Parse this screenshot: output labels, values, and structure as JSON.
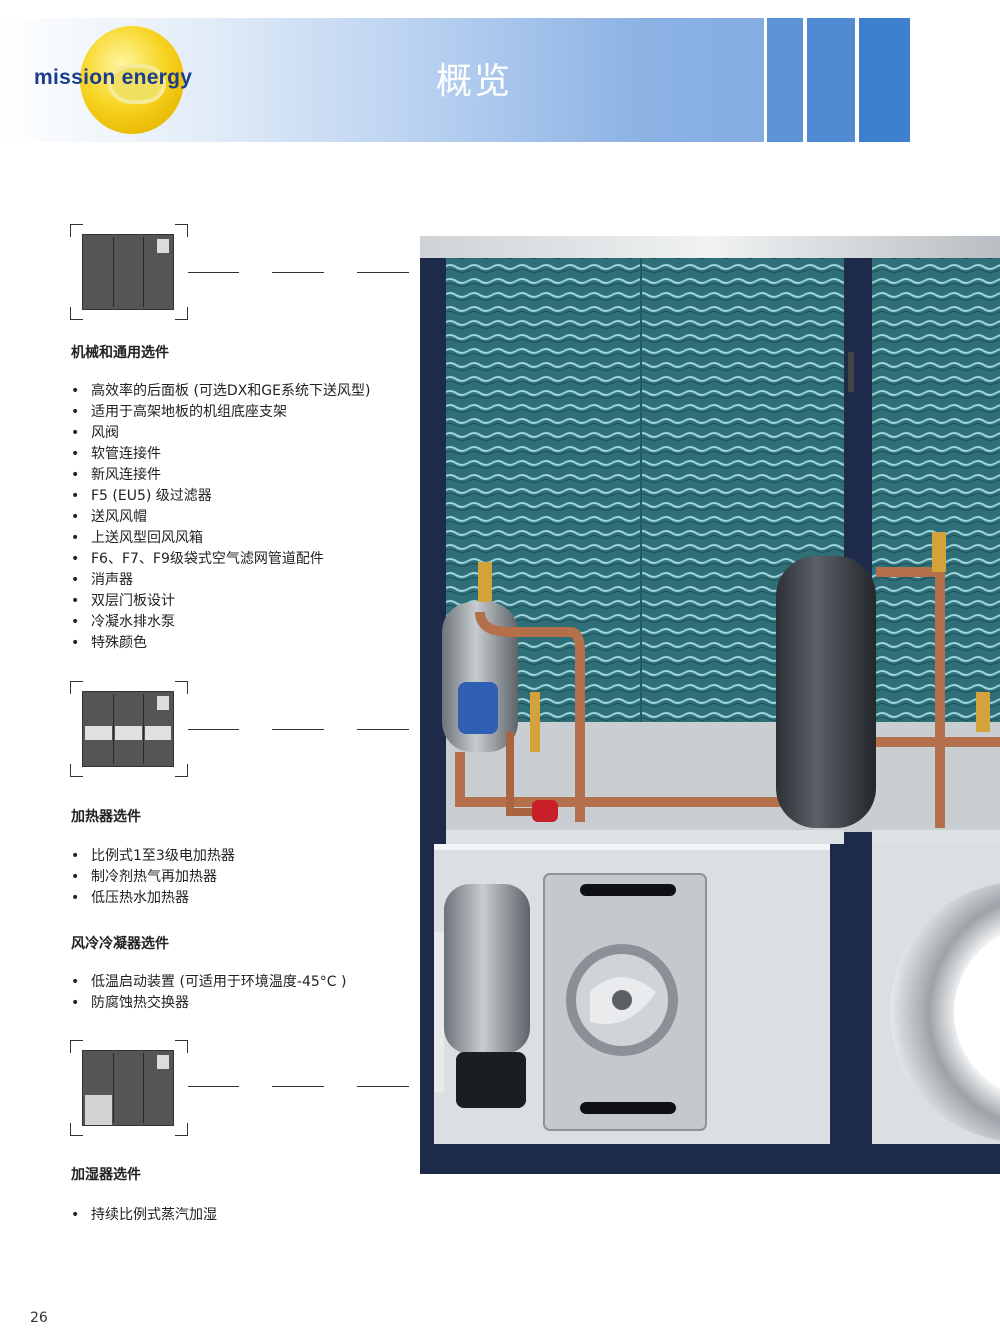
{
  "header": {
    "logo_text": "mission energy",
    "title": "概览"
  },
  "sections": [
    {
      "title": "机械和通用选件",
      "items": [
        "高效率的后面板 (可选DX和GE系统下送风型)",
        "适用于高架地板的机组底座支架",
        "风阀",
        "软管连接件",
        "新风连接件",
        "F5 (EU5) 级过滤器",
        "送风风帽",
        "上送风型回风风箱",
        "F6、F7、F9级袋式空气滤网管道配件",
        "消声器",
        "双层门板设计",
        "冷凝水排水泵",
        "特殊颜色"
      ]
    },
    {
      "title": "加热器选件",
      "items": [
        "比例式1至3级电加热器",
        "制冷剂热气再加热器",
        "低压热水加热器"
      ]
    },
    {
      "title": "风冷冷凝器选件",
      "items": [
        "低温启动装置 (可适用于环境温度-45°C )",
        "防腐蚀热交换器"
      ]
    },
    {
      "title": "加湿器选件",
      "items": [
        "持续比例式蒸汽加湿"
      ]
    }
  ],
  "page_number": "26",
  "colors": {
    "header_blue": "#7aa6df",
    "logo_yellow": "#f7d524",
    "logo_text": "#1b3d8c",
    "coil": "#2e6f78",
    "frame": "#1e2a4a"
  }
}
